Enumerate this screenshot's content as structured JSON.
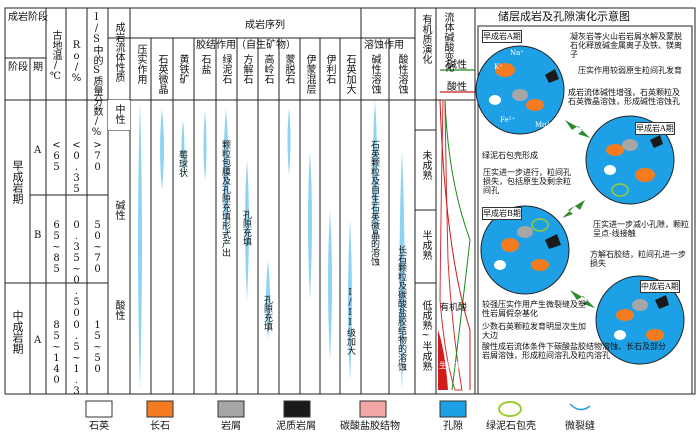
{
  "header": {
    "diagenetic_stage": "成岩阶段",
    "stage": "阶段",
    "period": "期",
    "paleo_temp": "古地温/℃",
    "ro": "Ro/%",
    "is_ratio": "I/S中的S质量分数/%",
    "fluid_nature": "成岩流体性质",
    "diagenetic_sequence": "成岩序列",
    "compaction": "压实作用",
    "cementation": "胶结作用（自生矿物）",
    "dissolution": "溶蚀作用",
    "organic_evolution": "有机质演化",
    "fluid_acid_base": "流体碱酸变化",
    "schematic_title": "储层成岩及孔隙演化示意图"
  },
  "minerals": [
    "石英微晶",
    "黄铁矿",
    "石盐",
    "绿泥石",
    "方解石",
    "高岭石",
    "蒙脱石",
    "伊蒙混层",
    "伊利石",
    "石英加大"
  ],
  "dissolution_cols": [
    "碱性溶蚀",
    "酸性溶蚀"
  ],
  "stages": {
    "early": "早成岩期",
    "middle": "中成岩期",
    "A": "A",
    "B": "B"
  },
  "rows": {
    "earlyA": {
      "temp": "<65",
      "ro": "<0.35",
      "is": ">70"
    },
    "earlyB": {
      "temp": "65~85",
      "ro": "0.35~0.50",
      "is": "50~70"
    },
    "midA": {
      "temp": "85~140",
      "ro": "0.5~1.3",
      "is": "15~50"
    }
  },
  "fluid": {
    "neutral": "中性",
    "alkaline": "碱性",
    "acidic": "酸性"
  },
  "annotations": {
    "pyrite": "莓球状",
    "chlorite": "颗粒包膜及孔隙充填形式产出",
    "calcite": "孔隙充填",
    "kaolinite": "孔隙充填",
    "quartz_overgrowth": "I/II级加大",
    "alkaline_diss": "石英颗粒及自生石英微晶的溶蚀",
    "acid_diss": "长石颗粒及碳酸盐胶结物的溶蚀"
  },
  "organic": {
    "immature": "未成熟",
    "low_mature": "半成熟",
    "low_to_semi": "低成熟~半成熟",
    "organic_acid": "有机酸",
    "hydrocarbon": "生油窗"
  },
  "acid_base": {
    "alkaline": "碱性",
    "acidic": "酸性"
  },
  "schematic": {
    "stageA1": "早成岩A期",
    "stageA2": "早成岩A期",
    "stageB": "早成岩B期",
    "stageMidA": "中成岩A期",
    "note1": "凝灰岩等火山岩岩屑水解及蒙脱石化释放碱金属离子及铁、镁离子",
    "note2": "压实作用较弱原生粒间孔发育",
    "note3": "成岩流体碱性增强，石英颗粒及石英微晶溶蚀，形成碱性溶蚀孔",
    "note4": "绿泥石包壳形成",
    "note5": "压实进一步进行，粒间孔损失，包括原生及剩余粒间孔",
    "note6": "压实进一步减小孔隙，颗粒呈点-线接触",
    "note7": "方解石胶结，粒间孔进一步损失",
    "note8": "较强压实作用产生微裂缝及塑性岩屑假杂基化",
    "note9": "少数石英颗粒发育明显次生加大边",
    "note10": "酸性成岩流体条件下碳酸盐胶结物溶蚀、长石及部分岩屑溶蚀，形成粒间溶孔及粒内溶孔",
    "ions1": "K⁺",
    "ions2": "Na⁺",
    "ions3": "Mg²⁺",
    "ions4": "Fe²⁺"
  },
  "legend": [
    {
      "label": "石英",
      "color": "#ffffff"
    },
    {
      "label": "长石",
      "color": "#f47b20"
    },
    {
      "label": "岩屑",
      "color": "#a6a6a6"
    },
    {
      "label": "泥质岩屑",
      "color": "#1a1a1a"
    },
    {
      "label": "碳酸盐胶结物",
      "color": "#f2a6a6"
    },
    {
      "label": "孔隙",
      "color": "#1ea0e6"
    },
    {
      "label": "绿泥石包壳",
      "color": "#ffffff"
    },
    {
      "label": "微裂缝",
      "color": "#ffffff"
    }
  ]
}
